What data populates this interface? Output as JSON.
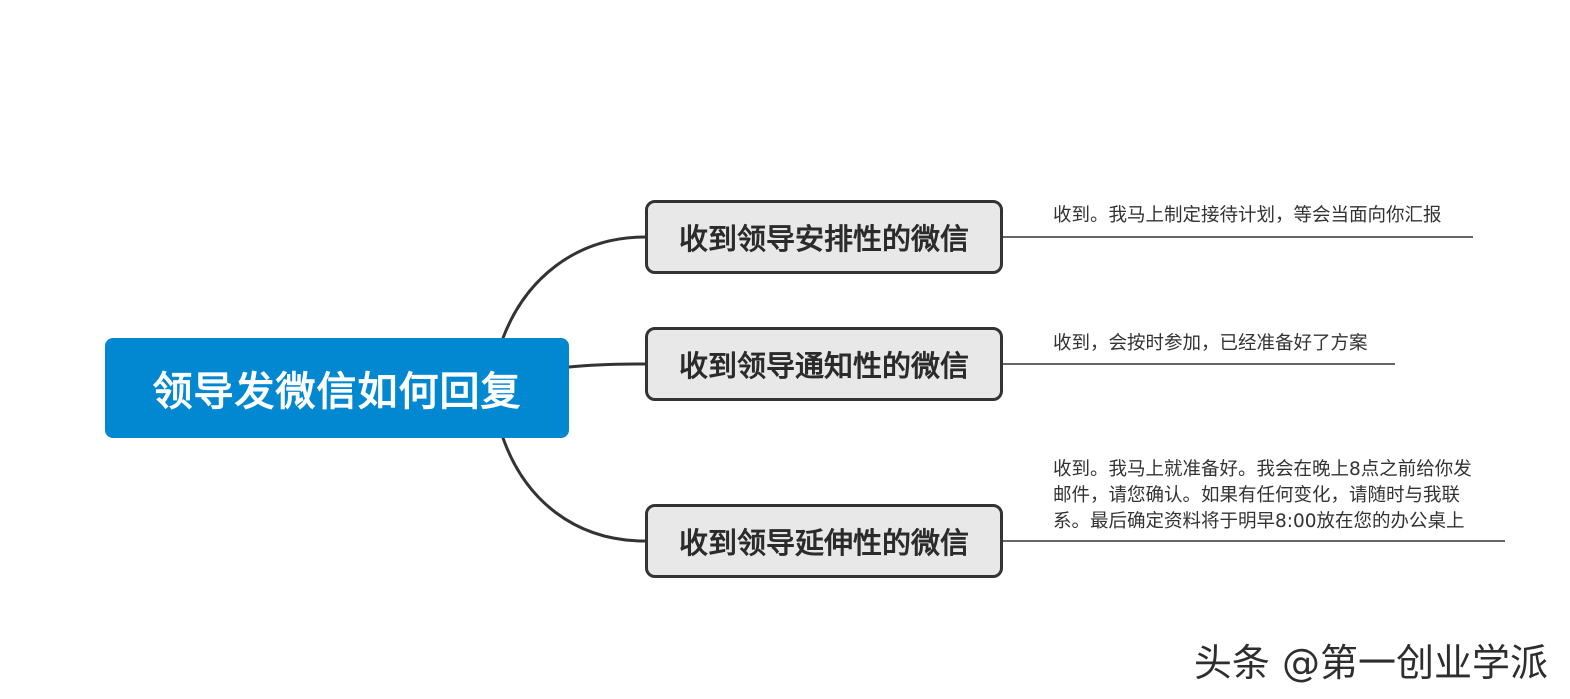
{
  "colors": {
    "root_fill": "#0288D1",
    "root_text": "#FFFFFF",
    "branch_fill": "#E8E8E8",
    "branch_border": "#333333",
    "line": "#333333",
    "text": "#333333"
  },
  "root": {
    "label": "领导发微信如何回复"
  },
  "branches": [
    {
      "label": "收到领导安排性的微信",
      "reply_lines": [
        "收到。我马上制定接待计划，等会当面向你汇报"
      ]
    },
    {
      "label": "收到领导通知性的微信",
      "reply_lines": [
        "收到，会按时参加，已经准备好了方案"
      ]
    },
    {
      "label": "收到领导延伸性的微信",
      "reply_lines": [
        "收到。我马上就准备好。我会在晚上8点之前给你发",
        "邮件，请您确认。如果有任何变化，请随时与我联",
        "系。最后确定资料将于明早8:00放在您的办公桌上"
      ]
    }
  ],
  "watermark": {
    "text": "头条 @第一创业学派"
  }
}
